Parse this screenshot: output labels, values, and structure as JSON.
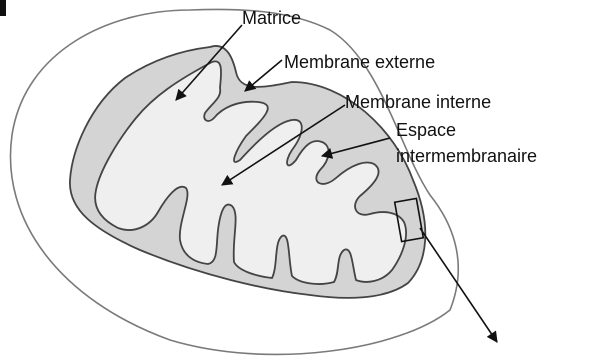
{
  "labels": {
    "matrice": "Matrice",
    "membrane_externe": "Membrane externe",
    "membrane_interne": "Membrane interne",
    "espace_line1": "Espace",
    "espace_line2": "intermembranaire"
  },
  "colors": {
    "cell_fill": "#ffffff",
    "intermembrane_fill": "#d4d4d4",
    "matrix_fill": "#efefef",
    "stroke": "#444444",
    "arrow": "#111111"
  }
}
